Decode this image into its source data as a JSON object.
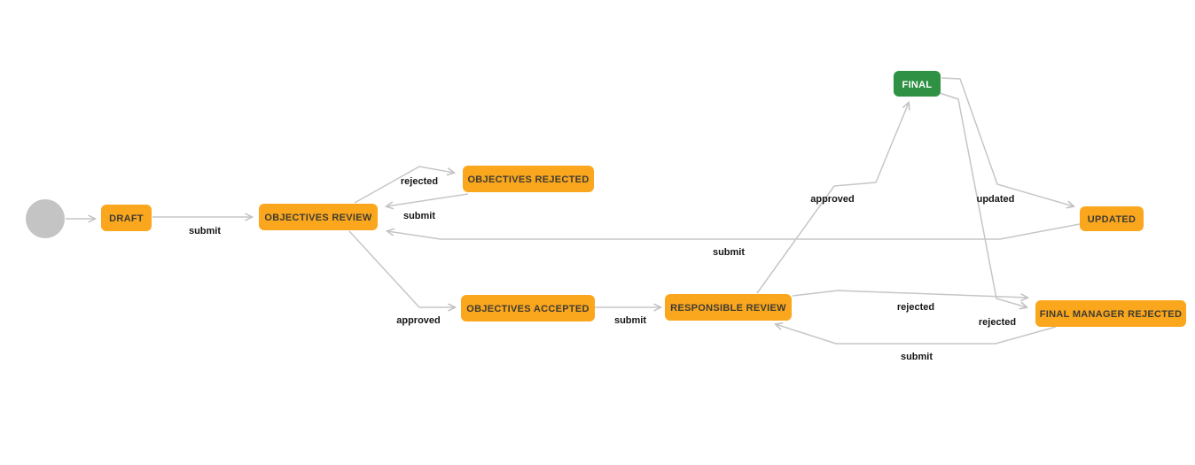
{
  "diagram": {
    "type": "workflow-state-diagram",
    "colors": {
      "state_fill": "#FAA71E",
      "final_fill": "#2E9144",
      "start_fill": "#C4C4C4",
      "edge": "#C6C6C6",
      "state_text": "#3F3B31",
      "final_text": "#FFFFFF",
      "edge_label_text": "#161616",
      "background": "#FFFFFF"
    },
    "start_node": {
      "id": "start",
      "shape": "circle"
    },
    "nodes": [
      {
        "id": "draft",
        "label": "DRAFT",
        "type": "state"
      },
      {
        "id": "objectives-review",
        "label": "OBJECTIVES REVIEW",
        "type": "state"
      },
      {
        "id": "objectives-rejected",
        "label": "OBJECTIVES REJECTED",
        "type": "state"
      },
      {
        "id": "objectives-accepted",
        "label": "OBJECTIVES ACCEPTED",
        "type": "state"
      },
      {
        "id": "responsible-review",
        "label": "RESPONSIBLE REVIEW",
        "type": "state"
      },
      {
        "id": "final",
        "label": "FINAL",
        "type": "final"
      },
      {
        "id": "updated",
        "label": "UPDATED",
        "type": "state"
      },
      {
        "id": "final-manager-rejected",
        "label": "FINAL MANAGER REJECTED",
        "type": "state"
      }
    ],
    "edges": [
      {
        "from": "start",
        "to": "draft",
        "label": ""
      },
      {
        "from": "draft",
        "to": "objectives-review",
        "label": "submit"
      },
      {
        "from": "objectives-review",
        "to": "objectives-rejected",
        "label": "rejected"
      },
      {
        "from": "objectives-rejected",
        "to": "objectives-review",
        "label": "submit"
      },
      {
        "from": "objectives-review",
        "to": "objectives-accepted",
        "label": "approved"
      },
      {
        "from": "objectives-accepted",
        "to": "responsible-review",
        "label": "submit"
      },
      {
        "from": "responsible-review",
        "to": "final",
        "label": "approved"
      },
      {
        "from": "final",
        "to": "updated",
        "label": "updated"
      },
      {
        "from": "final",
        "to": "final-manager-rejected",
        "label": "rejected"
      },
      {
        "from": "responsible-review",
        "to": "final-manager-rejected",
        "label": "rejected"
      },
      {
        "from": "updated",
        "to": "objectives-review",
        "label": "submit"
      },
      {
        "from": "final-manager-rejected",
        "to": "responsible-review",
        "label": "submit"
      }
    ]
  }
}
